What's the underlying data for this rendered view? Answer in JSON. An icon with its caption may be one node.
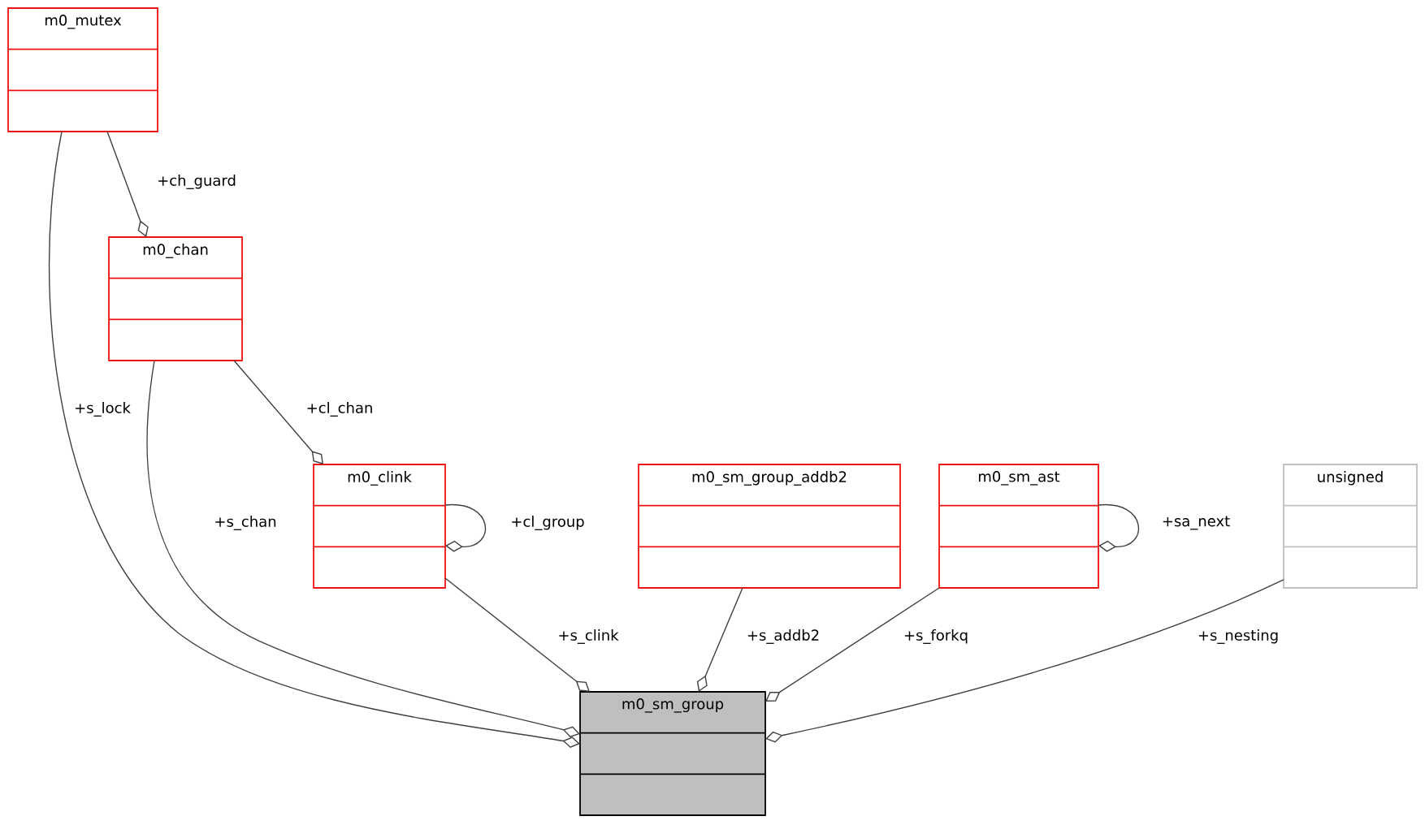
{
  "diagram": {
    "nodes": [
      {
        "text": [
          "m0_mutex"
        ]
      },
      {
        "text": [
          "m0_chan"
        ]
      },
      {
        "text": [
          "m0_clink"
        ]
      },
      {
        "text": [
          "m0_sm_group_addb2"
        ]
      },
      {
        "text": [
          "m0_sm_ast"
        ]
      },
      {
        "text": [
          "unsigned"
        ]
      },
      {
        "text": [
          "m0_sm_group"
        ]
      }
    ],
    "edges": [
      {
        "from": 0,
        "to": 1,
        "arrow": "other",
        "label": "+ch_guard"
      },
      {
        "from": 0,
        "to": 6,
        "arrow": "other",
        "label": "+s_lock"
      },
      {
        "from": 1,
        "to": 6,
        "arrow": "other",
        "label": "+s_chan"
      },
      {
        "from": 1,
        "to": 2,
        "arrow": "other",
        "label": "+cl_chan"
      },
      {
        "from": 2,
        "to": 2,
        "arrow": "other",
        "label": "+cl_group"
      },
      {
        "from": 2,
        "to": 6,
        "arrow": "other",
        "label": "+s_clink"
      },
      {
        "from": 3,
        "to": 6,
        "arrow": "other",
        "label": "+s_addb2"
      },
      {
        "from": 4,
        "to": 4,
        "arrow": "other",
        "label": "+sa_next"
      },
      {
        "from": 4,
        "to": 6,
        "arrow": "other",
        "label": "+s_forkq"
      },
      {
        "from": 5,
        "to": 6,
        "arrow": "other",
        "label": "+s_nesting"
      }
    ]
  }
}
